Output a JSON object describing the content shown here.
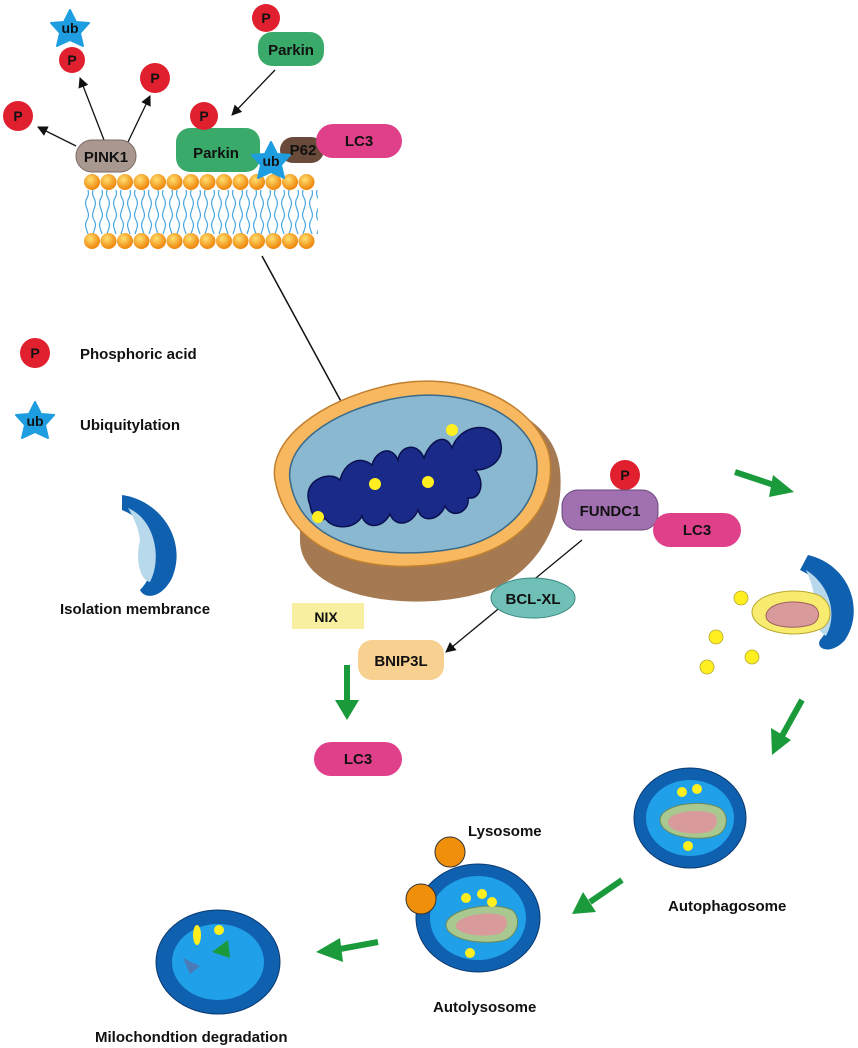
{
  "membrane": {
    "pink1": "PINK1",
    "parkin_main": "Parkin",
    "parkin_top": "Parkin",
    "p62": "P62",
    "lc3": "LC3",
    "p_symbol": "P",
    "ub_symbol": "ub"
  },
  "legend": {
    "phosphoric_acid": "Phosphoric acid",
    "ubiquitylation": "Ubiquitylation",
    "isolation_membrane": "Isolation membrance"
  },
  "receptors": {
    "fundc1": "FUNDC1",
    "lc3_fundc1": "LC3",
    "bcl_xl": "BCL-XL",
    "nix": "NIX",
    "bnip3l": "BNIP3L",
    "lc3_bnip3l": "LC3"
  },
  "stages": {
    "autophagosome": "Autophagosome",
    "lysosome": "Lysosome",
    "autolysosome": "Autolysosome",
    "degradation": "Milochondtion degradation"
  },
  "colors": {
    "phospho_red": "#e0202e",
    "ub_blue": "#1e9ee0",
    "parkin_green": "#3aaa6a",
    "lc3_pink": "#e0408a",
    "pink1_taupe": "#a89890",
    "p62_brown": "#6a4a3a",
    "fundc1_purple": "#a070b0",
    "bclxl_teal": "#70c0b8",
    "bnip3l_peach": "#f8d090",
    "nix_yellow": "#f8f0a0",
    "arrow_green": "#1a9a3a",
    "mito_matrix": "#8ab8d0",
    "mito_cristae": "#1a2a88",
    "vesicle_dark": "#1060b0",
    "vesicle_light": "#20a0e8",
    "lysosome_orange": "#f0900a"
  }
}
